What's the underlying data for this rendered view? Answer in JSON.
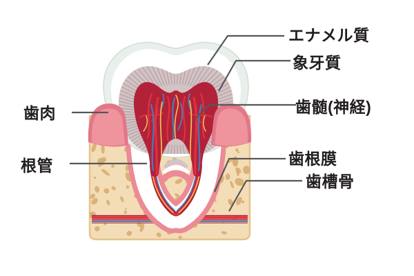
{
  "diagram": {
    "title_hidden": "",
    "labels": {
      "enamel": "エナメル質",
      "dentin": "象牙質",
      "pulp": "歯髄(神経)",
      "gingiva": "歯肉",
      "root_canal": "根管",
      "periodontal_ligament": "歯根膜",
      "alveolar_bone": "歯槽骨"
    },
    "colors": {
      "white": "#ffffff",
      "enamel": "#e9efeb",
      "enamel_edge": "#d5ddd5",
      "enamel_streak": "#d8e0d8",
      "dentin": "#d4c3c5",
      "dentin_hatch": "#b2a0a4",
      "pulp": "#b12239",
      "vessel_red": "#e0313e",
      "vessel_dark": "#a81f35",
      "vessel_blue": "#4a7cba",
      "vessel_yellow": "#f2c057",
      "gum_light": "#ef939d",
      "gum_dark": "#e27787",
      "ligament": "#ec8a95",
      "bone": "#f3ddb6",
      "bone_spot": "#d9ae74",
      "bone_edge": "#e5c28e",
      "line": "#575757",
      "text": "#221e1e"
    }
  }
}
